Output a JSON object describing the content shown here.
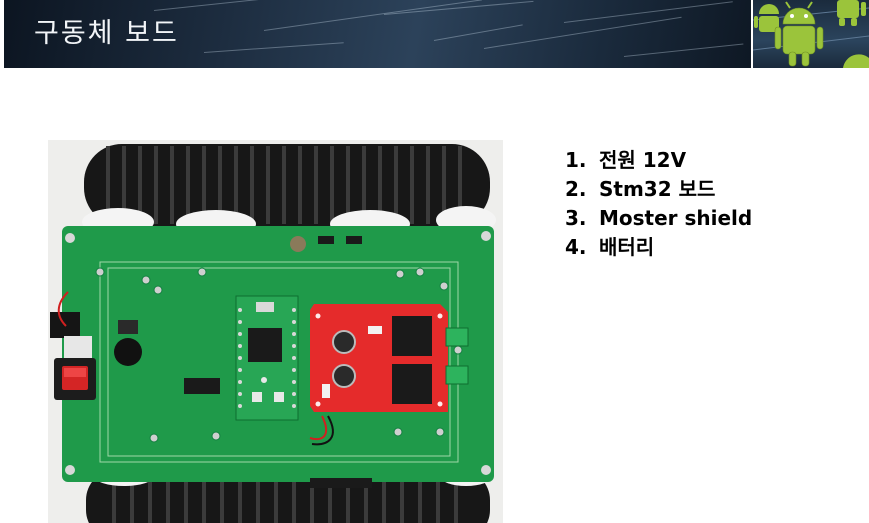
{
  "slide": {
    "title": "구동체 보드",
    "header_image_icon": "android-robot-icon",
    "photo_icon": "robot-driver-board-photo",
    "list": [
      {
        "number": "1.",
        "text": "전원 12V"
      },
      {
        "number": "2.",
        "text": "Stm32 보드"
      },
      {
        "number": "3.",
        "text": "Moster shield"
      },
      {
        "number": "4.",
        "text": "배터리"
      }
    ]
  },
  "colors": {
    "title_text": "#f2f5f8",
    "header_bg": "#1d2d40",
    "pcb_green": "#1f9a4a",
    "shield_red": "#e52b2b",
    "android_green": "#9bc43b",
    "list_text": "#000000"
  }
}
